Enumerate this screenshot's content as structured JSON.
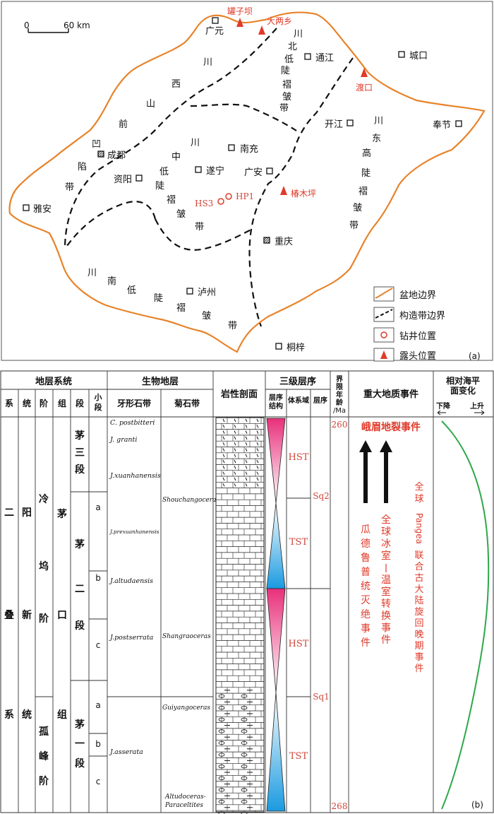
{
  "map": {
    "scale_label": "60 km",
    "scale_zero": "0",
    "panel_label": "(a)",
    "cities": [
      {
        "name": "广元"
      },
      {
        "name": "通江"
      },
      {
        "name": "城口"
      },
      {
        "name": "开江"
      },
      {
        "name": "奉节"
      },
      {
        "name": "南充"
      },
      {
        "name": "成都"
      },
      {
        "name": "遂宁"
      },
      {
        "name": "广安"
      },
      {
        "name": "资阳"
      },
      {
        "name": "雅安"
      },
      {
        "name": "重庆"
      },
      {
        "name": "泸州"
      },
      {
        "name": "桐梓"
      }
    ],
    "outcrops": [
      {
        "name": "罐子坝"
      },
      {
        "name": "大两乡"
      },
      {
        "name": "渡口"
      },
      {
        "name": "椿木坪"
      }
    ],
    "wells": [
      {
        "name": "HS3"
      },
      {
        "name": "HP1"
      }
    ],
    "zones": [
      {
        "name": "川北低陡褶皱带",
        "chars": [
          "川",
          "北",
          "低",
          "陡",
          "褶",
          "皱",
          "带"
        ]
      },
      {
        "name": "川西山前凹陷带",
        "chars": [
          "川",
          "西",
          "山",
          "前",
          "凹",
          "陷",
          "带"
        ]
      },
      {
        "name": "川中低陡褶皱带",
        "chars": [
          "川",
          "中",
          "低",
          "陡",
          "褶",
          "皱",
          "带"
        ]
      },
      {
        "name": "川东高陡褶皱带",
        "chars": [
          "川",
          "东",
          "高",
          "陡",
          "褶",
          "皱",
          "带"
        ]
      },
      {
        "name": "川南低陡褶皱带",
        "chars": [
          "川",
          "南",
          "低",
          "陡",
          "褶",
          "皱",
          "带"
        ]
      }
    ],
    "legend": [
      {
        "label": "盆地边界",
        "color": "#e8832a"
      },
      {
        "label": "构造带边界",
        "color": "#111111"
      },
      {
        "label": "钻井位置",
        "color": "#e03a2a"
      },
      {
        "label": "露头位置",
        "color": "#e03a2a"
      }
    ]
  },
  "column": {
    "panel_label": "(b)",
    "headers": {
      "stratigraphy": "地层系统",
      "system": "系",
      "series": "统",
      "stage": "阶",
      "formation": "组",
      "member": "段",
      "submember": "小段",
      "biostrat": "生物地层",
      "conodont": "牙形石带",
      "ammonite": "菊石带",
      "lithology": "岩性剖面",
      "sequence": "三级层序",
      "seq_structure": "层序结构",
      "systems_tract": "体系域",
      "seq": "层序",
      "age": "界限年龄/Ma",
      "events": "重大地质事件",
      "sealevel": "相对海平面变化",
      "fall": "下降",
      "rise": "上升"
    },
    "system_name": "二叠系",
    "series_name": "阳新统",
    "stages": [
      {
        "name": "冷坞阶"
      },
      {
        "name": "孤峰阶"
      }
    ],
    "formation_name": "茅口组",
    "members": [
      {
        "name": "茅三段"
      },
      {
        "name": "茅二段"
      },
      {
        "name": "茅一段"
      }
    ],
    "submembers": [
      "a",
      "b",
      "c",
      "a",
      "b",
      "c"
    ],
    "conodonts": [
      "C. postbitteri",
      "J. granti",
      "J.xuanhanensis",
      "J.prexuanhanensis",
      "J.altudaensis",
      "J.postserrata",
      "J.asserata"
    ],
    "ammonites": [
      "Shouchangoceras",
      "Shangraoceras",
      "Guiyangoceras",
      "Altudoceras-",
      "Paraceltites"
    ],
    "tracts": [
      "HST",
      "TST",
      "HST",
      "TST"
    ],
    "sequences": [
      "Sq2",
      "Sq1"
    ],
    "ages": [
      "260",
      "268"
    ],
    "events": [
      {
        "name": "峨眉地裂事件"
      },
      {
        "name": "瓜德鲁普统灭绝事件",
        "vertical": "瓜德鲁普统灭绝事件"
      },
      {
        "name": "全球冰室—温室转换事件",
        "vertical": "全球冰室—温室转换事件"
      },
      {
        "name": "全球Pangea联合古大陆旋回晚期事件",
        "vertical_a": "全球",
        "latin": "Pangea",
        "vertical_b": "联合古大陆旋回晚期事件"
      }
    ],
    "sealevel_color": "#2ea84a"
  }
}
